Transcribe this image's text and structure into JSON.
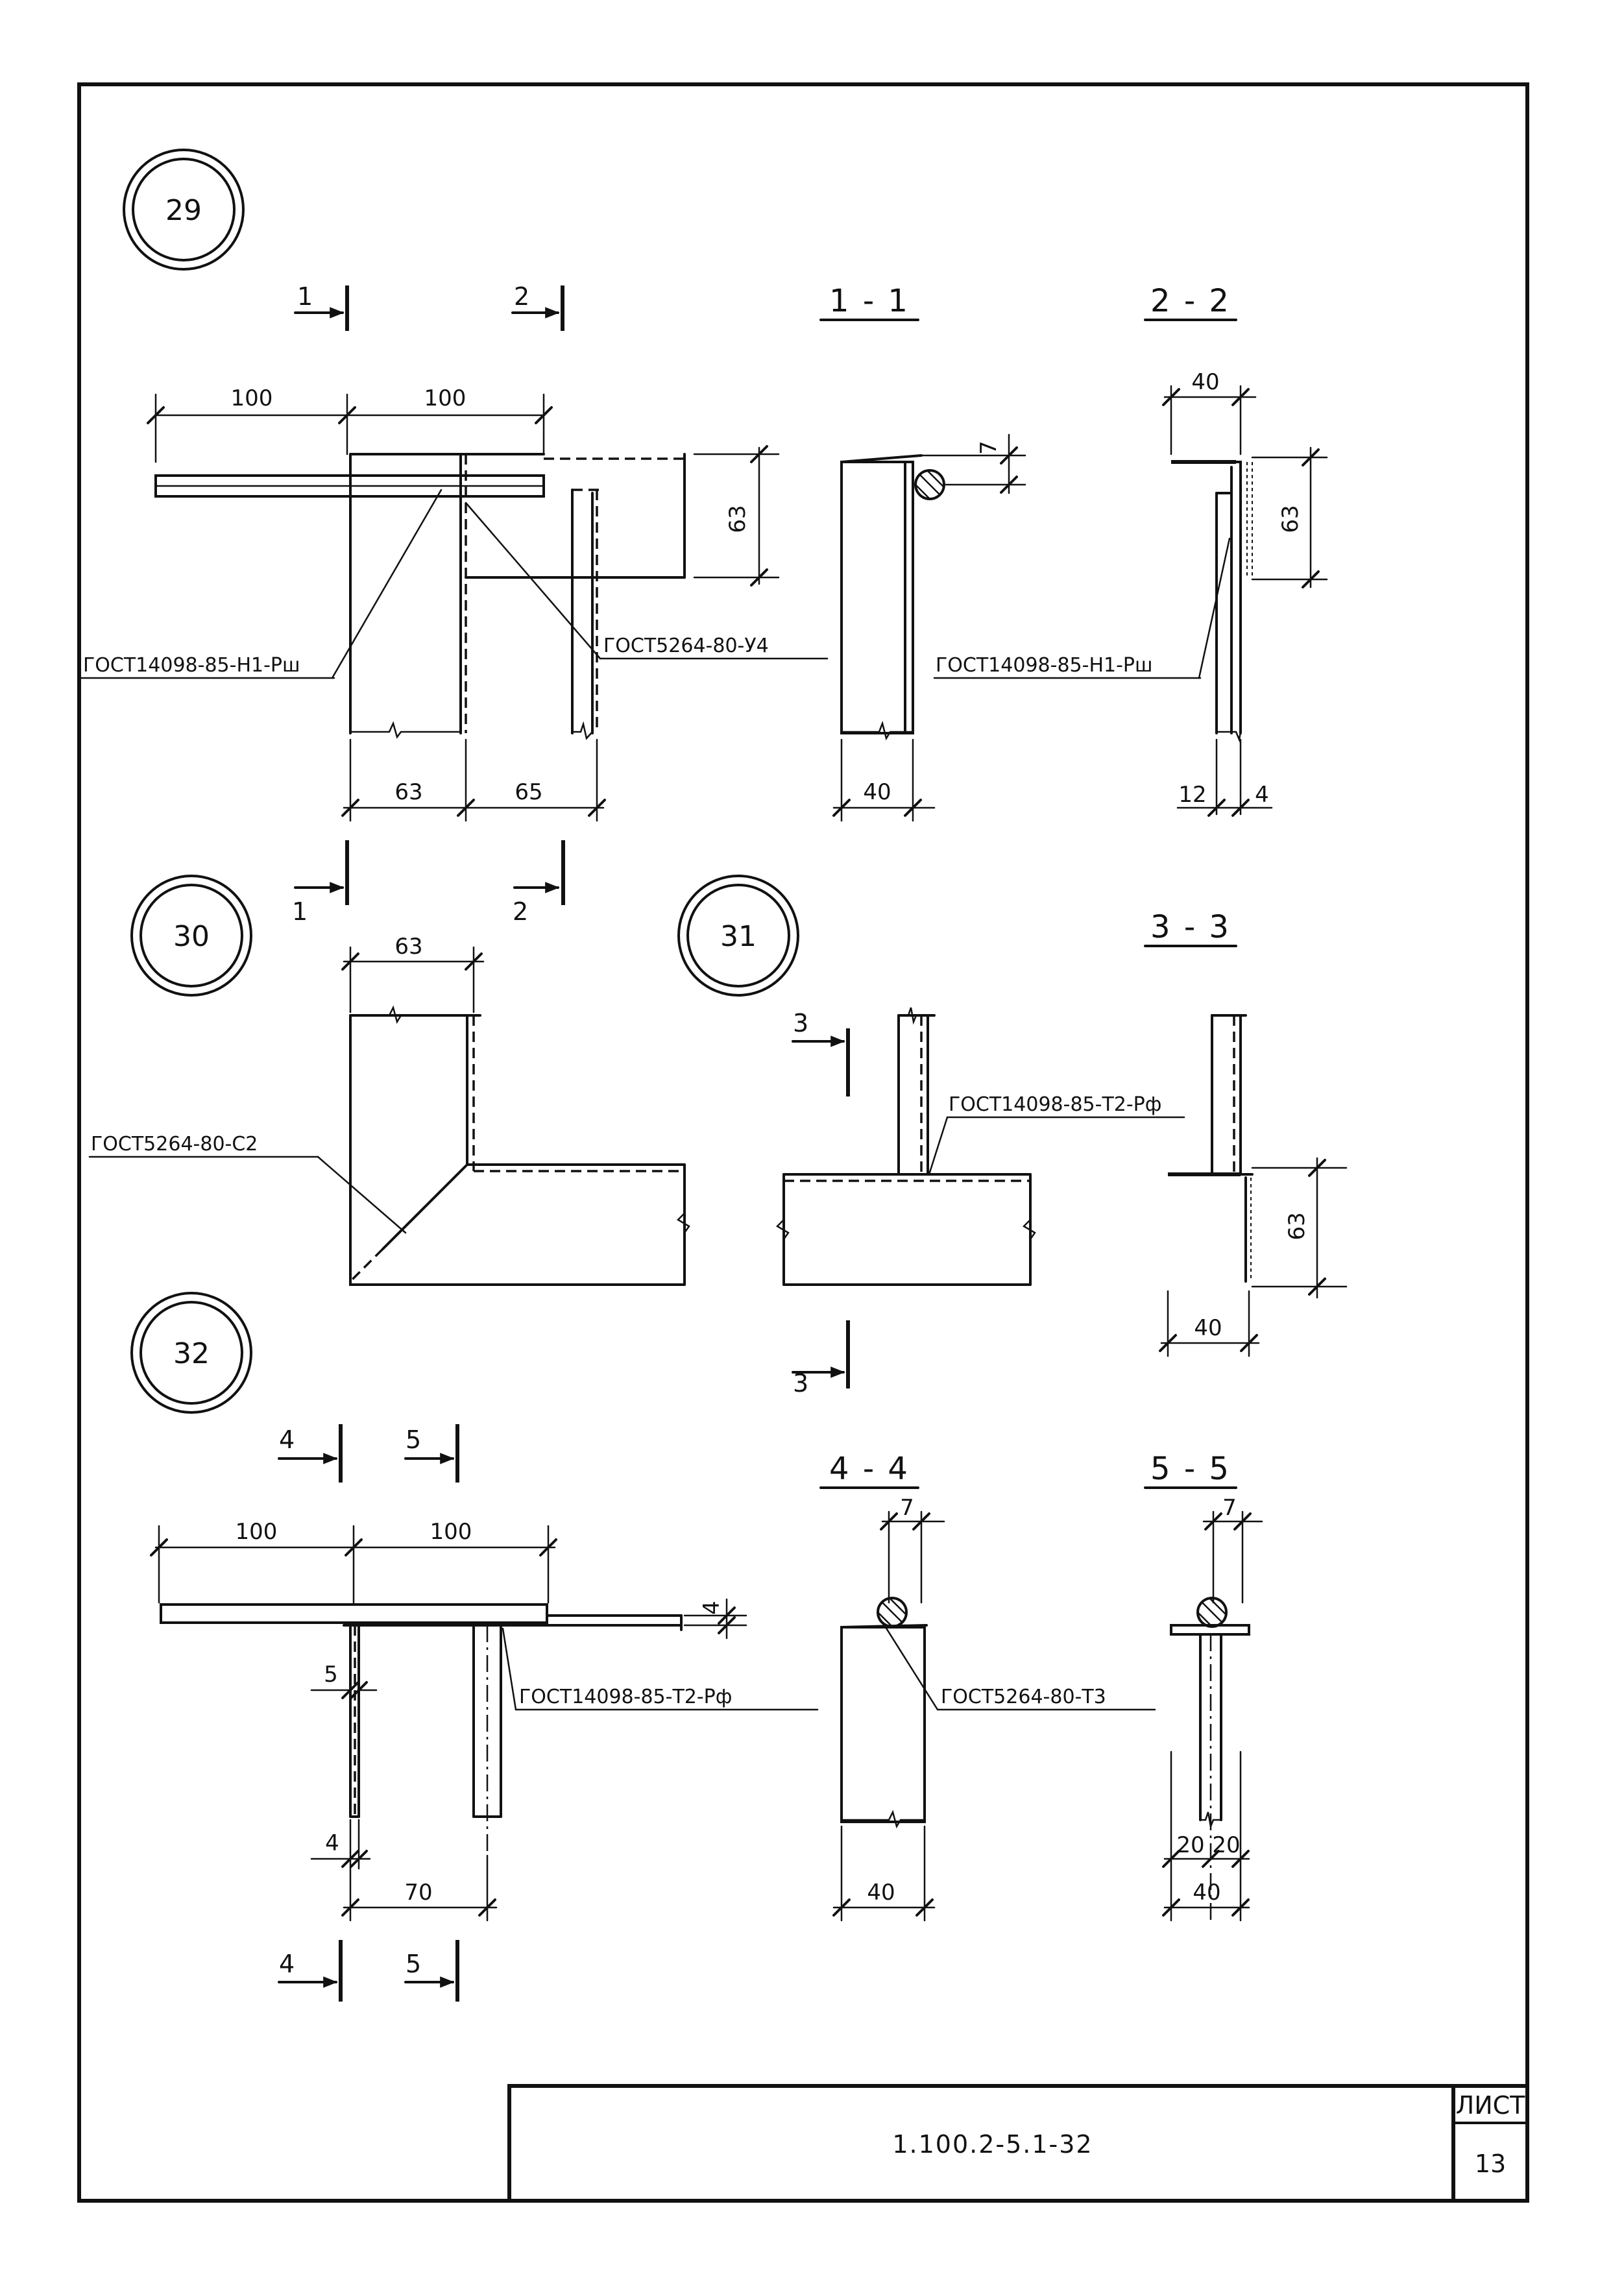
{
  "sheet": {
    "code": "1.100.2-5.1-32",
    "sheet_label": "ЛИСТ",
    "sheet_number": "13"
  },
  "details": {
    "d29": {
      "number": "29",
      "cuts": [
        "1",
        "2"
      ],
      "dims": [
        "100",
        "100",
        "63",
        "65",
        "63"
      ],
      "weld_left": "ГОСТ14098-85-Н1-Рш",
      "weld_right": "ГОСТ5264-80-У4"
    },
    "sec11": {
      "title": "1 - 1",
      "dims": [
        "7",
        "40"
      ]
    },
    "sec22": {
      "title": "2 - 2",
      "dims": [
        "40",
        "63",
        "12",
        "4"
      ],
      "weld": "ГОСТ14098-85-Н1-Рш"
    },
    "d30": {
      "number": "30",
      "dims": [
        "63"
      ],
      "weld": "ГОСТ5264-80-С2"
    },
    "d31": {
      "number": "31",
      "cuts": [
        "3"
      ],
      "weld": "ГОСТ14098-85-Т2-Рф"
    },
    "sec33": {
      "title": "3 - 3",
      "dims": [
        "63",
        "40"
      ]
    },
    "d32": {
      "number": "32",
      "cuts": [
        "4",
        "5"
      ],
      "dims": [
        "100",
        "100",
        "4",
        "5",
        "4",
        "70"
      ],
      "weld": "ГОСТ14098-85-Т2-Рф"
    },
    "sec44": {
      "title": "4 - 4",
      "dims": [
        "7",
        "40"
      ],
      "weld": "ГОСТ5264-80-Т3"
    },
    "sec55": {
      "title": "5 - 5",
      "dims": [
        "7",
        "20",
        "20",
        "40"
      ]
    }
  }
}
